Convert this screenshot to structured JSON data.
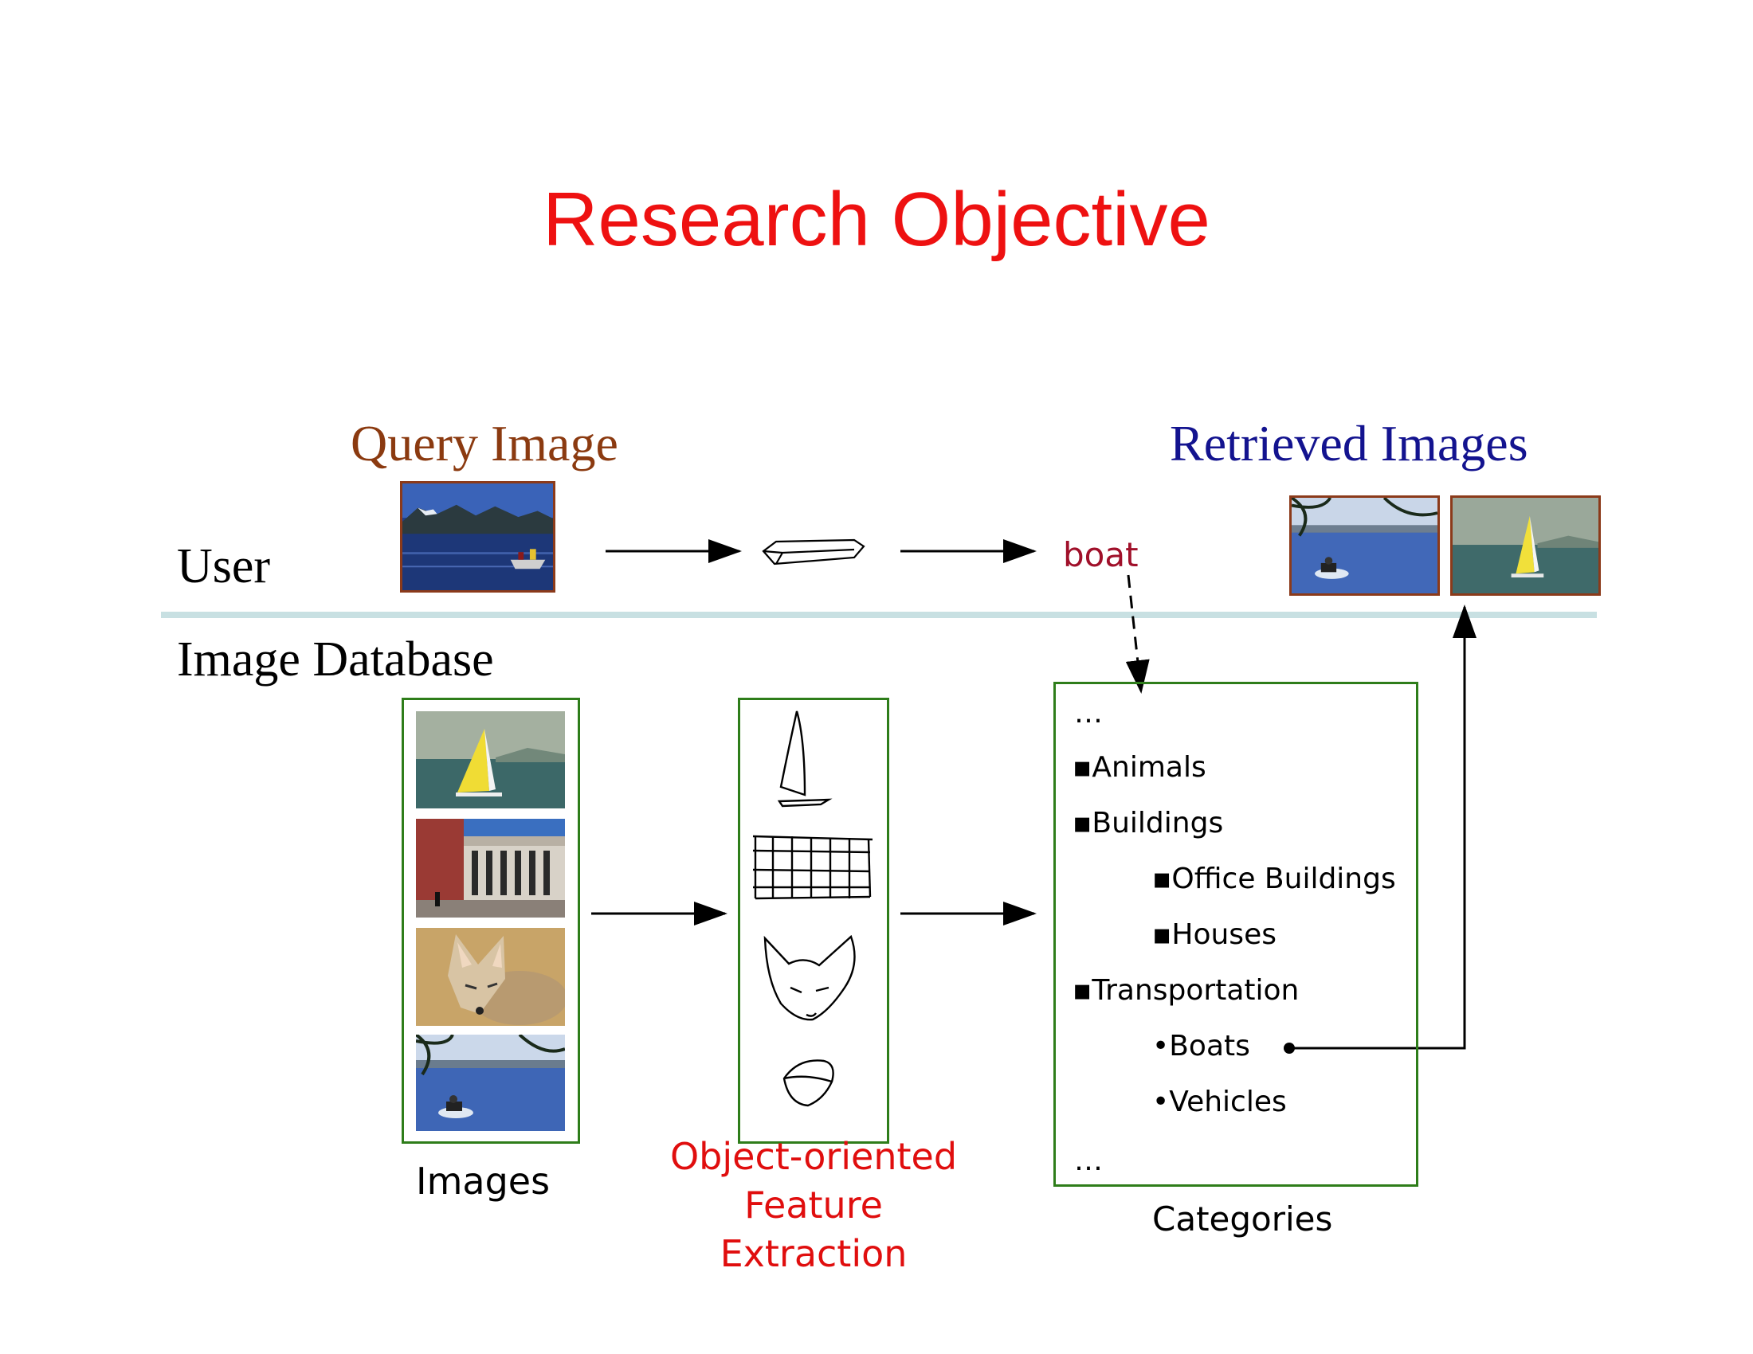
{
  "title": "Research Objective",
  "user_row": {
    "query_label": "Query Image",
    "retrieved_label": "Retrieved Images",
    "user_label": "User",
    "keyword": "boat"
  },
  "database_row": {
    "label": "Image Database",
    "images_label": "Images",
    "feature_label_lines": [
      "Object-oriented",
      "Feature",
      "Extraction"
    ],
    "categories_label": "Categories"
  },
  "categories": {
    "ellipsis_top": "…",
    "items": [
      "▪Animals",
      "▪Buildings",
      "▪Office Buildings",
      "▪Houses",
      "▪Transportation",
      "•Boats",
      "•Vehicles"
    ],
    "ellipsis_bottom": "…"
  },
  "colors": {
    "title": "#ee1111",
    "query_label": "#8b3a10",
    "retrieved_label": "#13138f",
    "keyword": "#a0102a",
    "divider": "#c8e0e2",
    "box_border": "#2e7d1a",
    "feature_label": "#e00e0e"
  }
}
